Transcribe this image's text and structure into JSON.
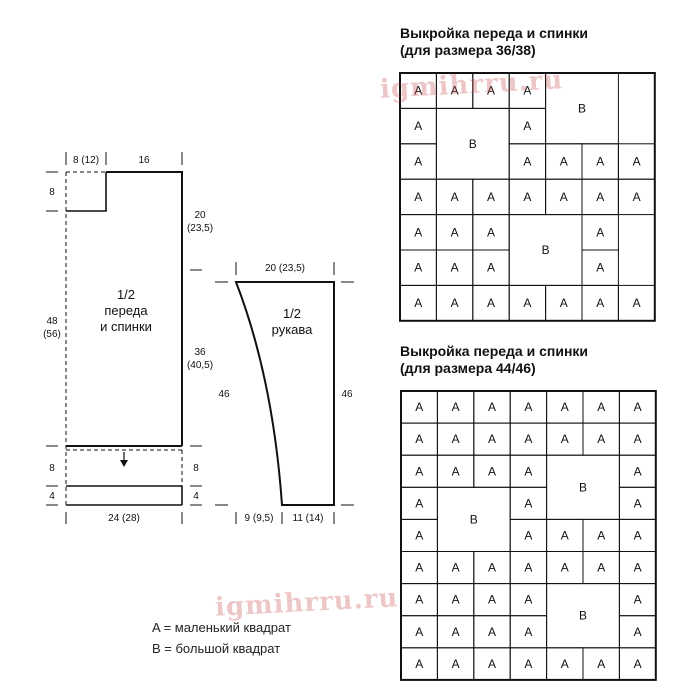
{
  "pattern1": {
    "title_line1": "Выкройка переда и спинки",
    "title_line2": "(для размера 36/38)",
    "rows": [
      [
        "A",
        "A",
        "A",
        "A",
        "B",
        "B",
        "-"
      ],
      [
        "A",
        "B",
        "B",
        "A",
        "B",
        "B",
        "-"
      ],
      [
        "A",
        "B",
        "B",
        "A",
        "A",
        "A",
        "A"
      ],
      [
        "A",
        "A",
        "A",
        "A",
        "A",
        "A",
        "A"
      ],
      [
        "A",
        "A",
        "A",
        "B",
        "B",
        "A",
        "-"
      ],
      [
        "A",
        "A",
        "A",
        "B",
        "B",
        "A",
        "-"
      ],
      [
        "A",
        "A",
        "A",
        "A",
        "A",
        "A",
        "A"
      ]
    ]
  },
  "pattern2": {
    "title_line1": "Выкройка переда и спинки",
    "title_line2": "(для размера 44/46)",
    "rows": [
      [
        "A",
        "A",
        "A",
        "A",
        "A",
        "A",
        "A"
      ],
      [
        "A",
        "A",
        "A",
        "A",
        "A",
        "A",
        "A"
      ],
      [
        "A",
        "A",
        "A",
        "A",
        "B",
        "B",
        "A"
      ],
      [
        "A",
        "B",
        "B",
        "A",
        "B",
        "B",
        "A"
      ],
      [
        "A",
        "B",
        "B",
        "A",
        "A",
        "A",
        "A"
      ],
      [
        "A",
        "A",
        "A",
        "A",
        "A",
        "A",
        "A"
      ],
      [
        "A",
        "A",
        "A",
        "A",
        "B",
        "B",
        "A"
      ],
      [
        "A",
        "A",
        "A",
        "A",
        "B",
        "B",
        "A"
      ],
      [
        "A",
        "A",
        "A",
        "A",
        "A",
        "A",
        "A"
      ]
    ]
  },
  "body_piece": {
    "label_line1": "1/2",
    "label_line2": "переда",
    "label_line3": "и спинки",
    "top_left_width": "8 (12)",
    "top_right_width": "16",
    "neck_depth": "8",
    "upper_height_line1": "20",
    "upper_height_line2": "(23,5)",
    "total_height_line1": "48",
    "total_height_line2": "(56)",
    "lower_height_line1": "36",
    "lower_height_line2": "(40,5)",
    "band_left": "8",
    "band_right": "8",
    "rib_left": "4",
    "rib_right": "4",
    "bottom_width": "24 (28)"
  },
  "sleeve": {
    "label_line1": "1/2",
    "label_line2": "рукава",
    "top_width": "20 (23,5)",
    "height_left": "46",
    "height_right": "46",
    "bottom_left": "9 (9,5)",
    "bottom_right": "11 (14)"
  },
  "legend": {
    "line_a": "A = маленький квадрат",
    "line_b": "B = большой квадрат"
  },
  "watermarks": [
    "igmihrru.ru",
    "igmihrru.ru"
  ]
}
